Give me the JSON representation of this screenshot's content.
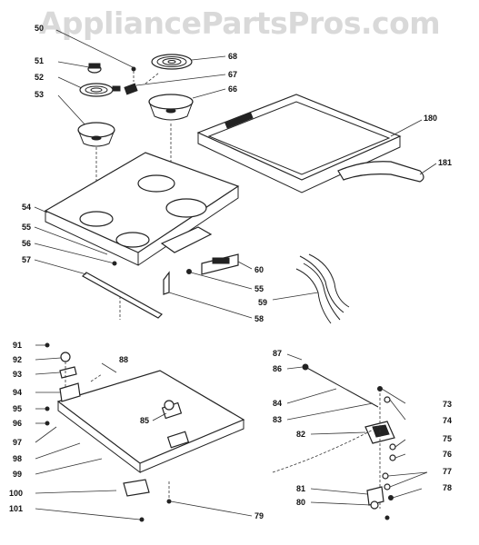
{
  "watermark": "AppliancePartsPros.com",
  "colors": {
    "line": "#222222",
    "background": "#ffffff",
    "watermark": "#aaaaaa"
  },
  "callouts": {
    "p50": "50",
    "p51": "51",
    "p52": "52",
    "p53": "53",
    "p54": "54",
    "p55a": "55",
    "p56": "56",
    "p57": "57",
    "p68": "68",
    "p67": "67",
    "p66": "66",
    "p180": "180",
    "p181": "181",
    "p60": "60",
    "p55b": "55",
    "p59": "59",
    "p58": "58",
    "p91": "91",
    "p92": "92",
    "p93": "93",
    "p94": "94",
    "p95": "95",
    "p96": "96",
    "p97": "97",
    "p98": "98",
    "p99": "99",
    "p100": "100",
    "p101": "101",
    "p88": "88",
    "p85": "85",
    "p79": "79",
    "p87": "87",
    "p86": "86",
    "p84": "84",
    "p83": "83",
    "p82": "82",
    "p81": "81",
    "p80": "80",
    "p73": "73",
    "p74": "74",
    "p75": "75",
    "p76": "76",
    "p77": "77",
    "p78": "78"
  }
}
